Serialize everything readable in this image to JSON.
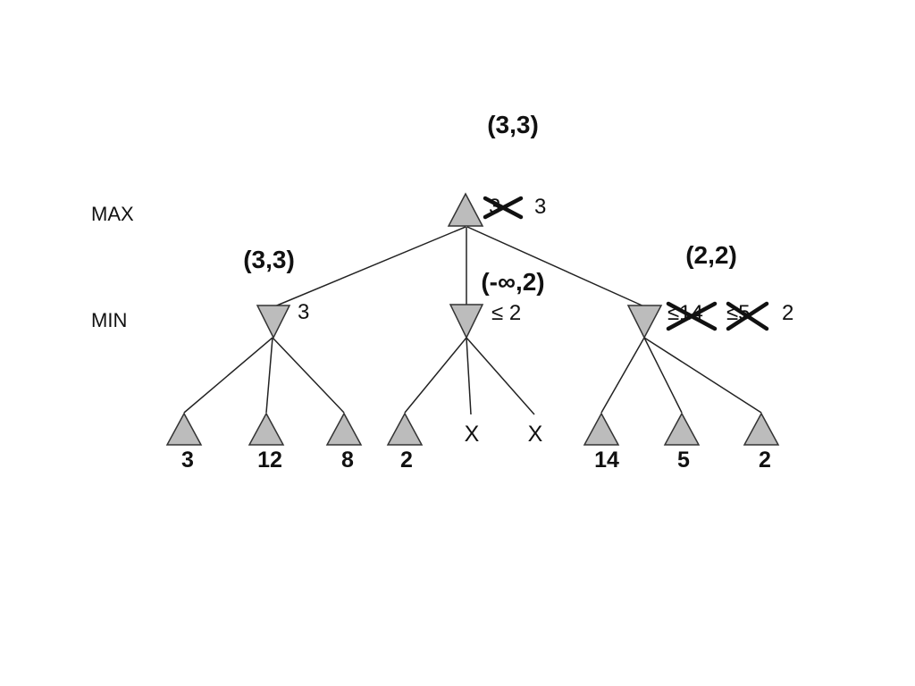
{
  "levels": {
    "max": "MAX",
    "min": "MIN"
  },
  "root": {
    "bound": "(3,3)",
    "crossed_value": "3",
    "value": "3"
  },
  "min_nodes": [
    {
      "id": "left",
      "bound": "(3,3)",
      "value": "3"
    },
    {
      "id": "middle",
      "bound": "(-∞,2)",
      "value": "≤ 2"
    },
    {
      "id": "right",
      "bound": "(2,2)",
      "crossed_values": [
        "≤14",
        "≤5"
      ],
      "value": "2"
    }
  ],
  "leaves": [
    {
      "value": "3",
      "pruned": false
    },
    {
      "value": "12",
      "pruned": false
    },
    {
      "value": "8",
      "pruned": false
    },
    {
      "value": "2",
      "pruned": false
    },
    {
      "value": "X",
      "pruned": true
    },
    {
      "value": "X",
      "pruned": true
    },
    {
      "value": "14",
      "pruned": false
    },
    {
      "value": "5",
      "pruned": false
    },
    {
      "value": "2",
      "pruned": false
    }
  ],
  "colors": {
    "node_fill": "#bcbcbc",
    "stroke": "#222222"
  }
}
